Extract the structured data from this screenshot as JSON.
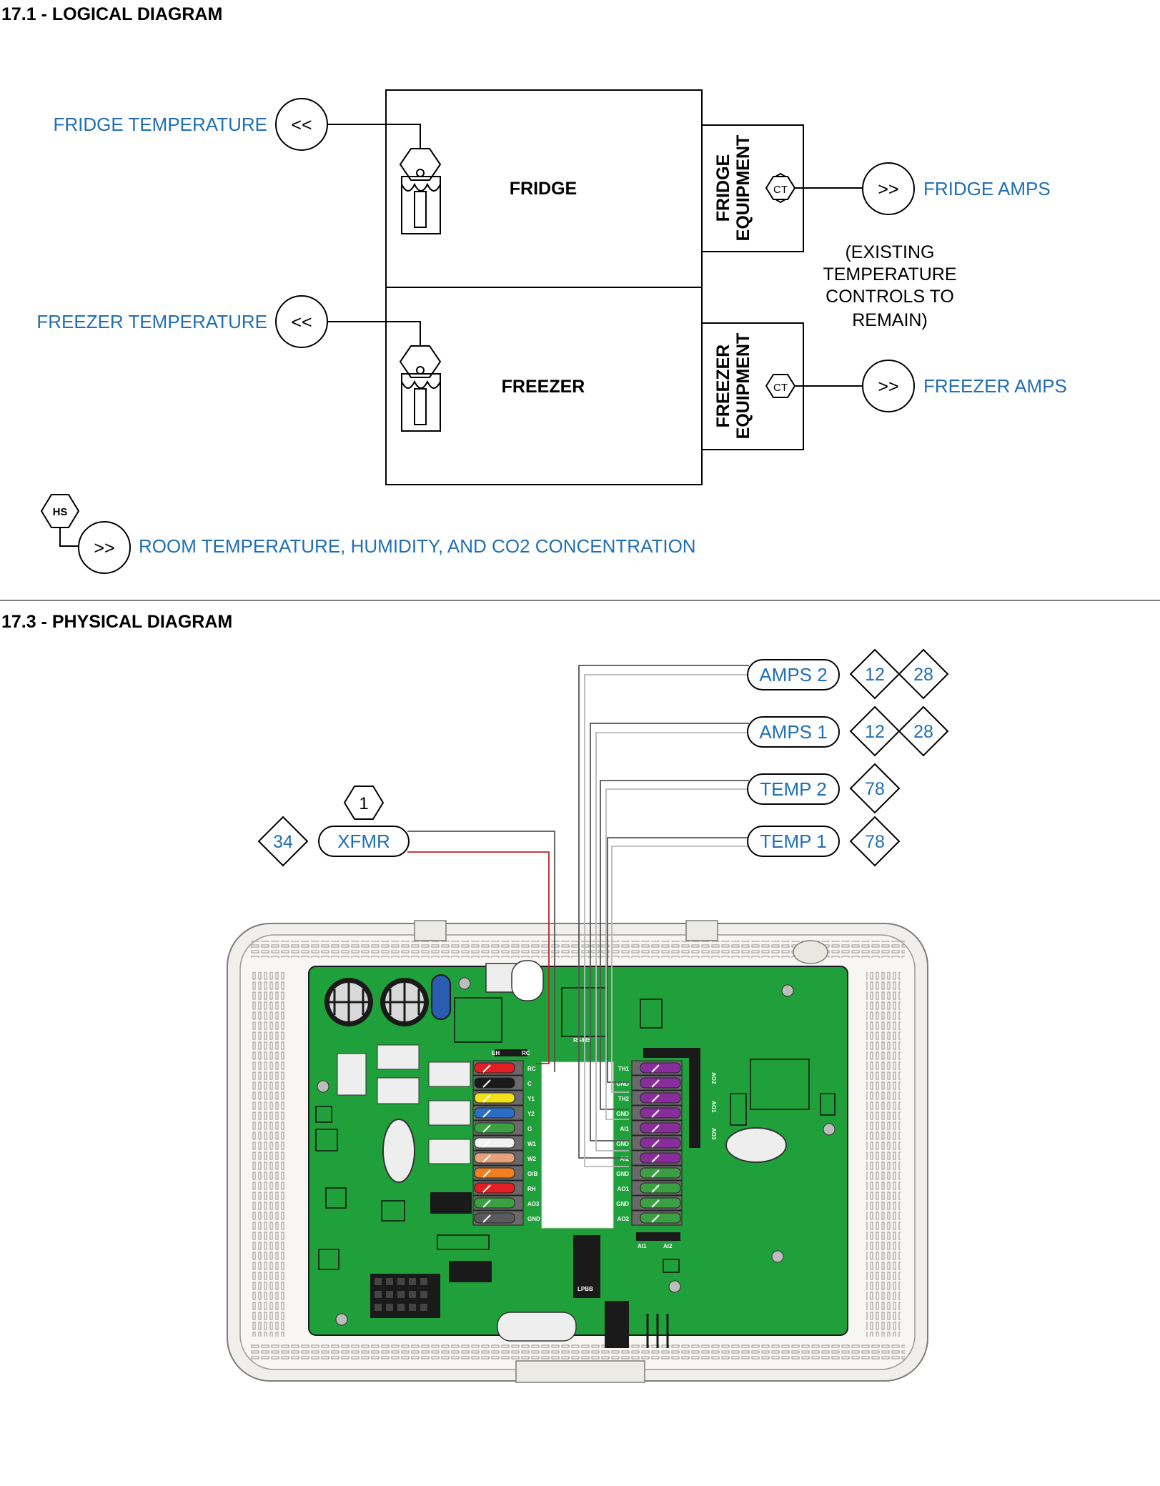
{
  "sections": {
    "logical_title": "17.1 - LOGICAL DIAGRAM",
    "physical_title": "17.3 - PHYSICAL DIAGRAM"
  },
  "logical": {
    "fridge_label": "FRIDGE",
    "freezer_label": "FREEZER",
    "fridge_equipment": [
      "FRIDGE",
      "EQUIPMENT"
    ],
    "freezer_equipment": [
      "FREEZER",
      "EQUIPMENT"
    ],
    "fridge_temperature": "FRIDGE TEMPERATURE",
    "freezer_temperature": "FREEZER TEMPERATURE",
    "fridge_amps": "FRIDGE AMPS",
    "freezer_amps": "FREEZER AMPS",
    "existing_note": [
      "(EXISTING",
      "TEMPERATURE",
      "CONTROLS TO",
      "REMAIN)"
    ],
    "room_sensor": "ROOM TEMPERATURE, HUMIDITY, AND CO2 CONCENTRATION",
    "input_symbol": "<<",
    "output_symbol": ">>",
    "ct_tag": "CT",
    "hs_tag": "HS"
  },
  "physical": {
    "labels": {
      "amps2": "AMPS 2",
      "amps1": "AMPS 1",
      "temp2": "TEMP 2",
      "temp1": "TEMP 1",
      "xfmr": "XFMR"
    },
    "tags": {
      "amps2_a": "12",
      "amps2_b": "28",
      "amps1_a": "12",
      "amps1_b": "28",
      "temp2": "78",
      "temp1": "78",
      "xfmr_left": "34",
      "xfmr_top": "1"
    },
    "left_terminal_labels": [
      "RC",
      "C",
      "Y1",
      "Y2",
      "G",
      "W1",
      "W2",
      "O/B",
      "RH",
      "AO3",
      "GND"
    ],
    "right_terminal_labels": [
      "TH1",
      "GND",
      "TH2",
      "GND",
      "AI1",
      "GND",
      "AI2",
      "GND",
      "AO1",
      "GND",
      "AO2"
    ],
    "board_small_labels": {
      "rs485": "RS485",
      "lpbb": "LPBB",
      "ai1": "AI1",
      "ai2": "AI2",
      "ao2": "AO2",
      "ao1": "AO1",
      "ao3": "AO3",
      "eh": "EH",
      "rc": "RC"
    },
    "left_terminal_colors": [
      "#e31e24",
      "#1a1a1a",
      "#f5e11a",
      "#2a6ec8",
      "#3aa041",
      "#f2f2f2",
      "#e6a07a",
      "#f07f22",
      "#e31e24",
      "#3aa041",
      "#5a5a5a"
    ],
    "right_terminal_colors": [
      "#8a2d9c",
      "#8a2d9c",
      "#8a2d9c",
      "#8a2d9c",
      "#8a2d9c",
      "#8a2d9c",
      "#8a2d9c",
      "#3aa041",
      "#3aa041",
      "#3aa041",
      "#3aa041"
    ]
  }
}
